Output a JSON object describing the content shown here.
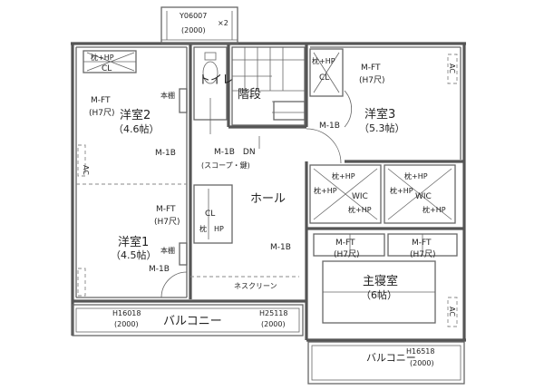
{
  "rooms": {
    "western2": {
      "name": "洋室2",
      "size": "（4.6帖）"
    },
    "western1": {
      "name": "洋室1",
      "size": "（4.5帖）"
    },
    "western3": {
      "name": "洋室3",
      "size": "（5.3帖）"
    },
    "master": {
      "name": "主寝室",
      "size": "（6帖）"
    },
    "toilet": "トイレ",
    "stairs": "階段",
    "hall": "ホール",
    "balcony_main": "バルコニー",
    "balcony_right": "バルコニー",
    "closet": "CL",
    "wic": "WIC"
  },
  "labels": {
    "window_top": "Y06007",
    "window_top_size": "(2000)",
    "x2": "×2",
    "makura_hp": "枕+HP",
    "makura": "枕",
    "hp": "HP",
    "m_ft": "M-FT",
    "h7": "(H7尺)",
    "m_1b": "M-1B",
    "m_1b_dn": "M-1B　DN",
    "scope": "(スコープ・鍵)",
    "hondana": "本棚",
    "ac": "AC",
    "screen": "ネスクリーン",
    "h16018": "H16018",
    "h25118": "H25118",
    "h16518": "H16518",
    "size_2000": "(2000)"
  }
}
